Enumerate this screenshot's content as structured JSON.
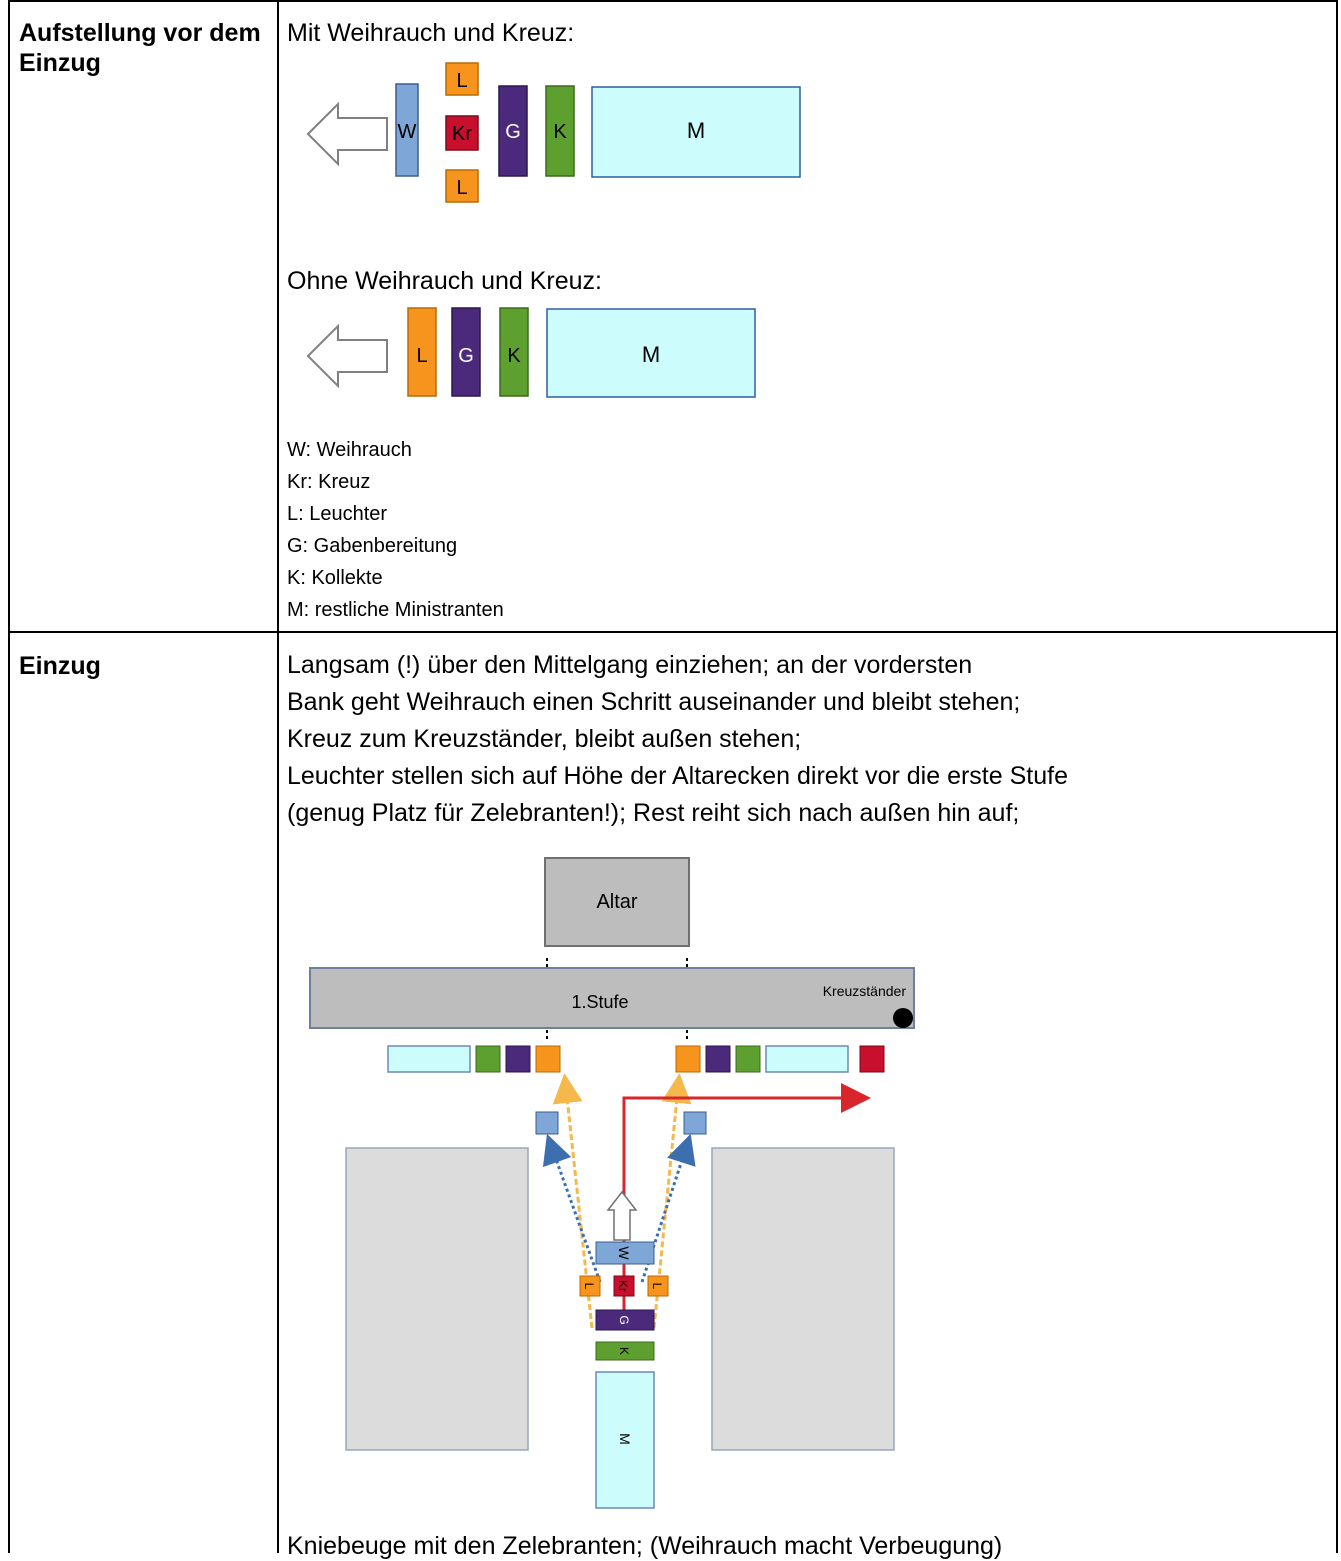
{
  "rows": [
    {
      "heading": "Aufstellung vor dem Einzug",
      "with_label": "Mit Weihrauch und Kreuz:",
      "without_label": "Ohne Weihrauch und Kreuz:",
      "legend": [
        "W: Weihrauch",
        "Kr: Kreuz",
        "L: Leuchter",
        "G: Gabenbereitung",
        "K: Kollekte",
        "M: restliche Ministranten"
      ]
    },
    {
      "heading": "Einzug",
      "paragraph": [
        "Langsam (!) über den Mittelgang einziehen; an der vordersten",
        "Bank geht Weihrauch einen Schritt auseinander und bleibt stehen;",
        "Kreuz zum Kreuzständer, bleibt außen stehen;",
        "Leuchter stellen sich auf Höhe der Altarecken direkt vor die erste Stufe",
        "(genug Platz für Zelebranten!); Rest reiht sich nach außen hin auf;"
      ],
      "bottom_text": "Kniebeuge mit den Zelebranten; (Weihrauch macht Verbeugung)"
    }
  ],
  "diagram_with": {
    "boxes": {
      "W": "W",
      "L": "L",
      "Kr": "Kr",
      "G": "G",
      "K": "K",
      "M": "M"
    }
  },
  "diagram_without": {
    "boxes": {
      "L": "L",
      "G": "G",
      "K": "K",
      "M": "M"
    }
  },
  "floor_plan": {
    "altar": "Altar",
    "step": "1.Stufe",
    "cross_stand": "Kreuzständer",
    "boxes": {
      "W": "W",
      "L": "L",
      "Kr": "Kr",
      "G": "G",
      "K": "K",
      "M": "M"
    }
  },
  "colors": {
    "W": "#7ea6d6",
    "L": "#f7941d",
    "Kr": "#c8102e",
    "G": "#4b2a7b",
    "K": "#5ea02f",
    "M": "#ccfcfc",
    "floor_gray": "#bdbdbd",
    "pew_gray": "#dcdcdc",
    "orange_arrow": "#f5b84c",
    "blue_arrow": "#3b6fb0",
    "red_arrow": "#d9262c"
  }
}
